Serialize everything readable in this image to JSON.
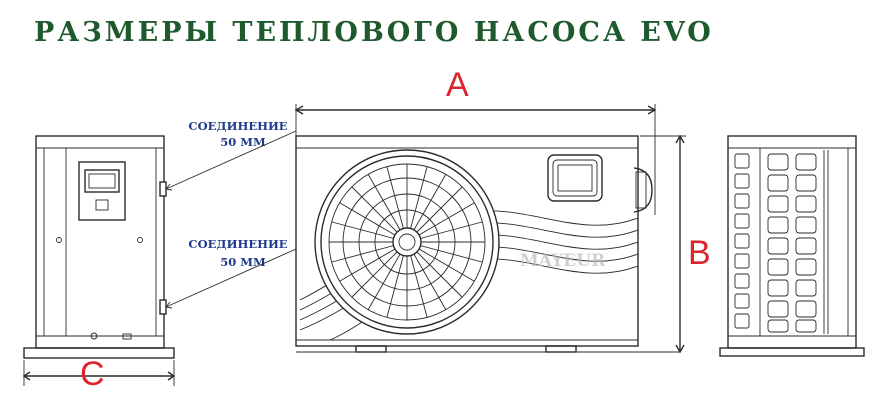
{
  "title": "РАЗМЕРЫ ТЕПЛОВОГО НАСОСА EVO",
  "connection_top": {
    "line1": "СОЕДИНЕНИЕ",
    "line2": "50 ММ"
  },
  "connection_bottom": {
    "line1": "СОЕДИНЕНИЕ",
    "line2": "50 ММ"
  },
  "dimensions": {
    "a": "A",
    "b": "B",
    "c": "C"
  },
  "watermark": "MAYEUR",
  "colors": {
    "title": "#1e5a2e",
    "connection_text": "#1f3a8c",
    "dimension_letters": "#d8262c",
    "line": "#2b2b2b"
  }
}
